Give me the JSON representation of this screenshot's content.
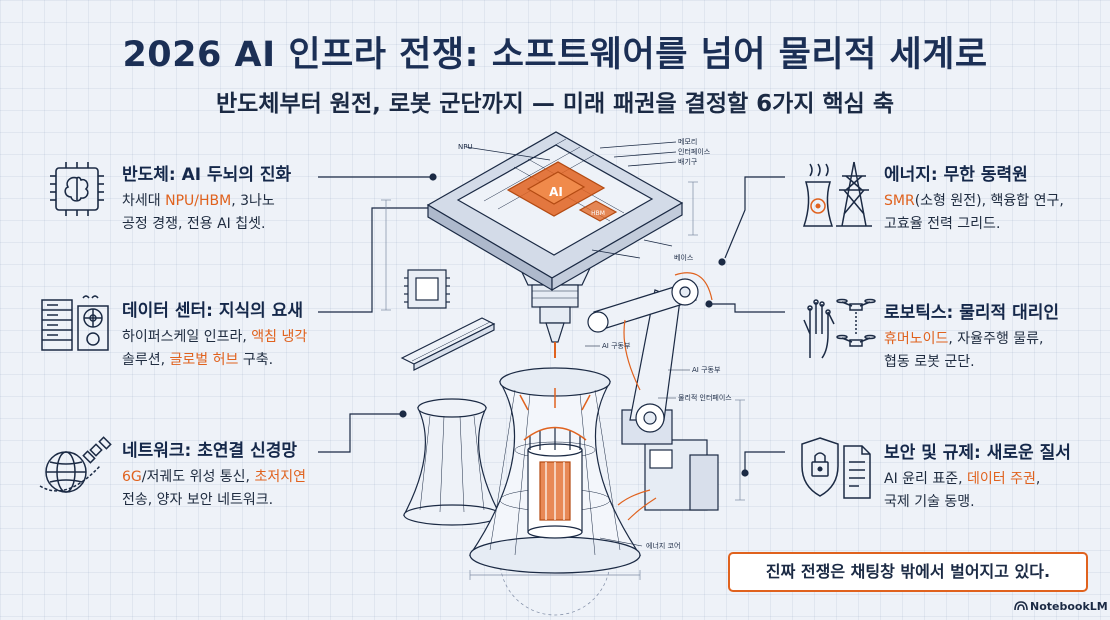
{
  "title": "2026 AI 인프라 전쟁: 소프트웨어를 넘어 물리적 세계로",
  "subtitle": "반도체부터 원전, 로봇 군단까지 — 미래 패권을 결정할 6가지 핵심 축",
  "colors": {
    "accent": "#e0621e",
    "navy": "#1b2f55",
    "ink": "#1b2a44"
  },
  "panels": {
    "semiconductor": {
      "icon": "chip-brain-icon",
      "heading": "반도체: AI 두뇌의 진화",
      "l1a": "차세대 ",
      "l1b": "NPU/HBM",
      "l1c": ", 3나노",
      "l2": "공정 경쟁, 전용 AI 칩셋."
    },
    "datacenter": {
      "icon": "server-rack-icon",
      "heading": "데이터 센터: 지식의 요새",
      "l1a": "하이퍼스케일 인프라, ",
      "l1b": "액침 냉각",
      "l2a": "솔루션, ",
      "l2b": "글로벌 허브",
      "l2c": " 구축."
    },
    "network": {
      "icon": "globe-satellite-icon",
      "heading": "네트워크: 초연결 신경망",
      "l1a": "6G",
      "l1b": "/저궤도 위성 통신, ",
      "l1c": "초저지연",
      "l2": "전송, 양자 보안 네트워크."
    },
    "energy": {
      "icon": "power-plant-icon",
      "heading": "에너지: 무한 동력원",
      "l1a": "SMR",
      "l1b": "(소형 원전), 핵융합 연구,",
      "l2": "고효율 전력 그리드."
    },
    "robotics": {
      "icon": "robot-hand-drone-icon",
      "heading": "로보틱스: 물리적 대리인",
      "l1a": "휴머노이드",
      "l1b": ", 자율주행 물류,",
      "l2": "협동 로봇 군단."
    },
    "security": {
      "icon": "lock-document-icon",
      "heading": "보안 및 규제: 새로운 질서",
      "l1a": "AI 윤리 표준, ",
      "l1b": "데이터 주권",
      "l1c": ",",
      "l2": "국제 기술 동맹."
    }
  },
  "diagram": {
    "chip_label": "AI",
    "hbm_label": "HBM",
    "labels": {
      "npu": "NPU",
      "memory": "메모리",
      "interface": "인터페이스",
      "vent": "배기구",
      "base": "베이스",
      "ai_drive_1": "AI 구동부",
      "ai_drive_2": "AI 구동부",
      "physical_interface": "물리적 인터페이스",
      "energy_core": "에너지 코어"
    }
  },
  "callout": "진짜 전쟁은 채팅창 밖에서 벌어지고 있다.",
  "brand": "NotebookLM"
}
